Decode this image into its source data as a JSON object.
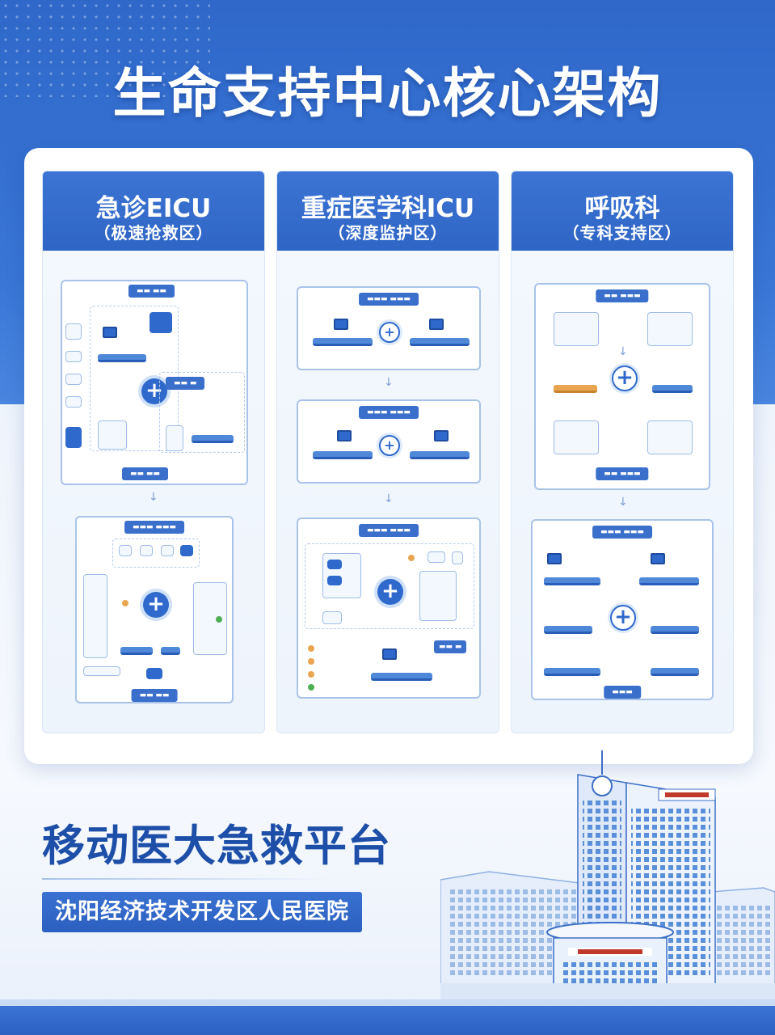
{
  "page": {
    "title": "生命支持中心核心架构",
    "platform_title": "移动医大急救平台",
    "hospital_name": "沈阳经济技术开发区人民医院"
  },
  "columns": [
    {
      "title": "急诊EICU",
      "subtitle": "（极速抢救区）"
    },
    {
      "title": "重症医学科ICU",
      "subtitle": "（深度监护区）"
    },
    {
      "title": "呼吸科",
      "subtitle": "（专科支持区）"
    }
  ],
  "icons": {
    "center": "plus-cross-icon",
    "bed": "hospital-bed-icon",
    "monitor": "patient-monitor-icon",
    "building": "hospital-building-icon"
  },
  "colors": {
    "primary": "#2f69cc",
    "dark_blue_text": "#1d4fa8",
    "panel_border": "#a9c3e8",
    "accent_orange": "#e9a550",
    "accent_green": "#4caf50"
  }
}
